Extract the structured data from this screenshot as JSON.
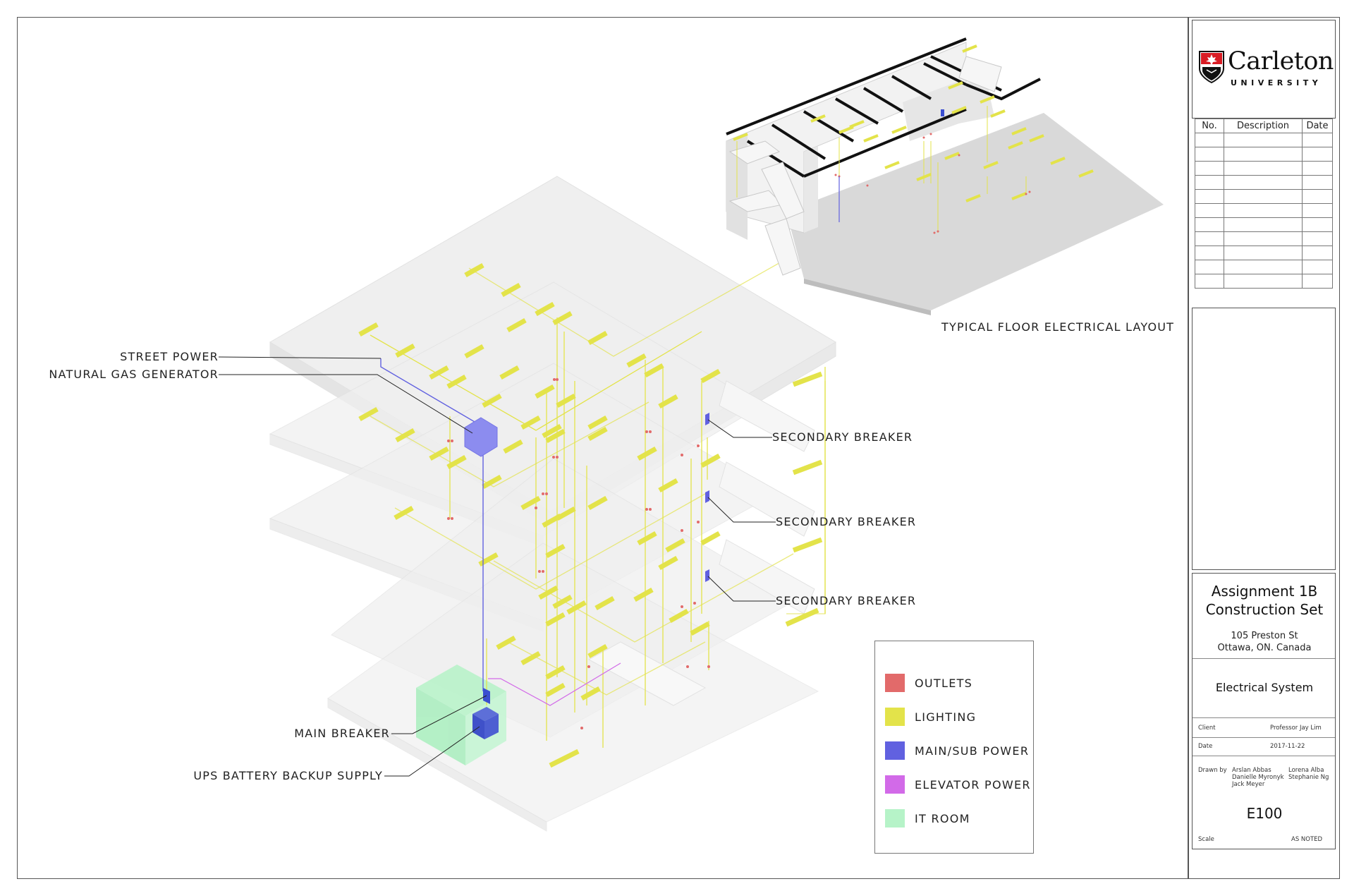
{
  "callouts": {
    "street_power": "STREET  POWER",
    "natural_gas_generator": "NATURAL GAS GENERATOR",
    "secondary_breaker_1": "SECONDARY BREAKER",
    "secondary_breaker_2": "SECONDARY BREAKER",
    "secondary_breaker_3": "SECONDARY BREAKER",
    "main_breaker": "MAIN BREAKER",
    "ups_battery": "UPS BATTERY BACKUP SUPPLY"
  },
  "floor_caption": "TYPICAL FLOOR ELECTRICAL LAYOUT",
  "legend": {
    "items": [
      {
        "label": "OUTLETS",
        "color": "#e26a6a"
      },
      {
        "label": "LIGHTING",
        "color": "#e3e34a"
      },
      {
        "label": "MAIN/SUB POWER",
        "color": "#6161e0"
      },
      {
        "label": "ELEVATOR POWER",
        "color": "#d26ae8"
      },
      {
        "label": "IT ROOM",
        "color": "#b6f3c8"
      }
    ]
  },
  "title_block": {
    "logo": {
      "name": "Carleton",
      "sub": "UNIVERSITY",
      "icon": "carleton-crest-icon"
    },
    "revisions": {
      "headers": [
        "No.",
        "Description",
        "Date"
      ]
    },
    "project_title_line1": "Assignment 1B",
    "project_title_line2": "Construction Set",
    "address_line1": "105 Preston St",
    "address_line2": "Ottawa, ON. Canada",
    "system": "Electrical System",
    "client_label": "Client",
    "client_value": "Professor Jay Lim",
    "date_label": "Date",
    "date_value": "2017-11-22",
    "drawn_by_label": "Drawn by",
    "drawn_by_col1": [
      "Arslan Abbas",
      "Danielle Myronyk",
      "Jack Meyer"
    ],
    "drawn_by_col2": [
      "Lorena Alba",
      "Stephanie Ng"
    ],
    "sheet_number": "E100",
    "scale_label": "Scale",
    "scale_value": "AS NOTED"
  },
  "colors": {
    "lighting": "#e3e34a",
    "outlet": "#e26a6a",
    "main_power": "#6161e0",
    "elevator": "#d26ae8",
    "it_room": "#b6f3c8"
  }
}
